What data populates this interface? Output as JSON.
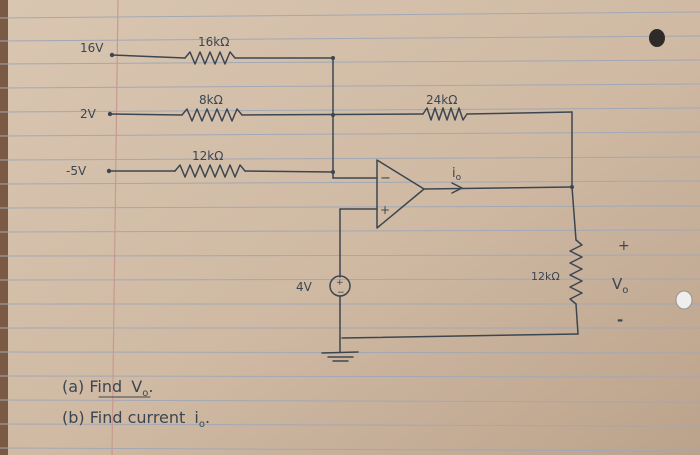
{
  "circuit": {
    "sources": {
      "v1": "16V",
      "v2": "2V",
      "v3": "-5V",
      "vplus": "4V"
    },
    "resistors": {
      "r1": "16kΩ",
      "r2": "8kΩ",
      "r3": "12kΩ",
      "rf": "24kΩ",
      "rload": "12kΩ"
    },
    "opamp": {
      "minus": "−",
      "plus": "+"
    },
    "current_label": "i",
    "current_sub": "o",
    "output": {
      "plus": "+",
      "minus": "-",
      "label": "V",
      "label_sub": "o"
    },
    "source_symbols": {
      "plus": "+",
      "minus": "−"
    }
  },
  "questions": [
    {
      "prefix": "(a) Find ",
      "var": "V",
      "sub": "o",
      "suffix": "."
    },
    {
      "prefix": "(b) Find current ",
      "var": "i",
      "sub": "o",
      "suffix": "."
    }
  ],
  "colors": {
    "paper": "#d4c1ad",
    "ruled_line": "#a2a8b4",
    "margin_line": "#c79a91",
    "ink": "#3c4650"
  }
}
